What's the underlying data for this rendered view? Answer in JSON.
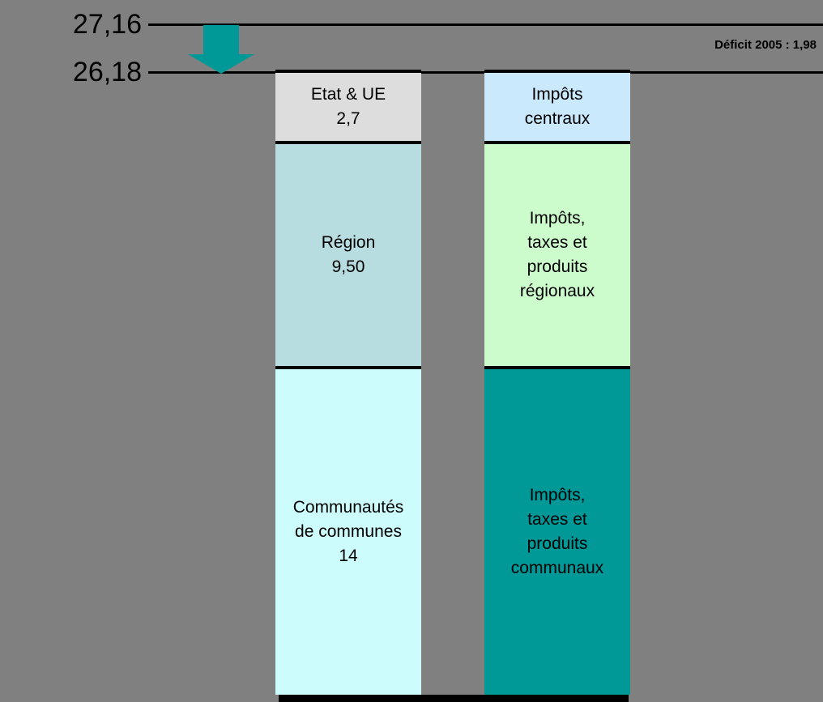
{
  "chart_data": {
    "type": "bar",
    "title": "",
    "subtitle": "",
    "xlabel": "",
    "ylabel": "",
    "orientation": "vertical-stacked",
    "axis_reference_lines": [
      {
        "value": "27,16",
        "numeric": 27.16,
        "name": "depenses-totales"
      },
      {
        "value": "26,18",
        "numeric": 26.18,
        "name": "recettes-totales"
      }
    ],
    "annotation": "Déficit 2005 : 1,98",
    "deficit_value": 1.98,
    "series": [
      {
        "name": "depenses",
        "column": "left",
        "segments": [
          {
            "label": "Etat & UE",
            "value": "2,7",
            "numeric": 2.7,
            "color": "#dddddd"
          },
          {
            "label": "Région",
            "value": "9,50",
            "numeric": 9.5,
            "color": "#b7dde0"
          },
          {
            "label": "Communautés\nde communes",
            "value": "14",
            "numeric": 14,
            "color": "#ccfcfc"
          }
        ]
      },
      {
        "name": "recettes",
        "column": "right",
        "segments": [
          {
            "label": "Impôts\ncentraux",
            "value": "",
            "color": "#cbe9fd"
          },
          {
            "label": "Impôts,\ntaxes et\nproduits\nrégionaux",
            "value": "",
            "color": "#ccfccc"
          },
          {
            "label": "Impôts,\ntaxes et\nproduits\ncommunaux",
            "value": "",
            "color": "#019898"
          }
        ]
      }
    ],
    "total_left": 26.2,
    "background_color": "#808080",
    "accent_color": "#019898",
    "grid": false,
    "legend": "none"
  },
  "labels": {
    "ref_top": "27,16",
    "ref_bottom": "26,18",
    "deficit_note": "Déficit 2005 : 1,98",
    "etat_ue": "Etat & UE\n2,7",
    "region": "Région\n9,50",
    "communes": "Communautés\nde communes\n14",
    "impots_centraux": "Impôts\ncentraux",
    "impots_regionaux": "Impôts,\ntaxes et\nproduits\nrégionaux",
    "impots_communaux": "Impôts,\ntaxes et\nproduits\ncommunaux"
  }
}
